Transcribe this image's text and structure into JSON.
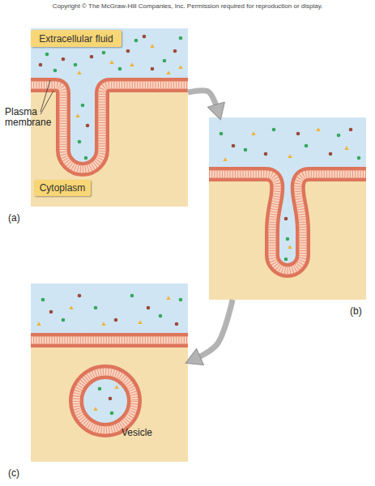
{
  "diagram": {
    "nodes": [
      {
        "text": [
          "(a)"
        ]
      },
      {
        "text": [
          "Extracellular fluid"
        ],
        "in": 0
      },
      {
        "text": [
          "Cytoplasm"
        ],
        "in": 0
      },
      {
        "text": [
          "(b)"
        ]
      },
      {
        "text": [
          "(c)"
        ]
      }
    ],
    "edges": [
      {
        "from": 0,
        "to": 3,
        "arrow": "to"
      },
      {
        "from": 3,
        "to": 4,
        "arrow": "to"
      }
    ],
    "labels": [
      "Copyright © The McGraw-Hill Companies, Inc. Permission required for reproduction or display.",
      "Plasma membrane",
      "Vesicle"
    ]
  }
}
